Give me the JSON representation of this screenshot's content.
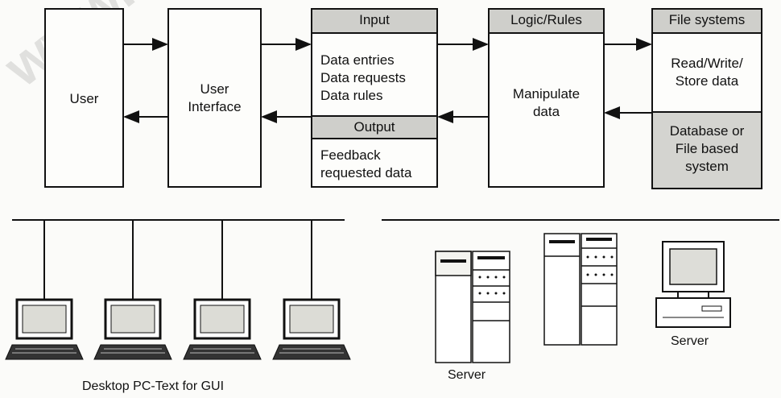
{
  "watermark": "www.bt",
  "top": {
    "user_label": "User",
    "ui_label_line1": "User",
    "ui_label_line2": "Interface",
    "input_header": "Input",
    "input_lines": [
      "Data entries",
      "Data requests",
      "Data rules"
    ],
    "output_header": "Output",
    "output_lines": [
      "Feedback",
      "requested data"
    ],
    "logic_header": "Logic/Rules",
    "logic_lines": [
      "Manipulate",
      "data"
    ],
    "file_header": "File systems",
    "file_lines": [
      "Read/Write/",
      "Store data"
    ],
    "db_lines": [
      "Database or",
      "File based",
      "system"
    ]
  },
  "bottom": {
    "desktop_caption": "Desktop PC-Text for GUI",
    "server_left_caption": "Server",
    "server_right_caption": "Server"
  },
  "colors": {
    "line": "#111111",
    "shade": "#d4d4d0",
    "screen": "#ddddd8"
  },
  "icons": [
    "laptop-icon",
    "server-rack-icon",
    "desktop-monitor-icon"
  ]
}
